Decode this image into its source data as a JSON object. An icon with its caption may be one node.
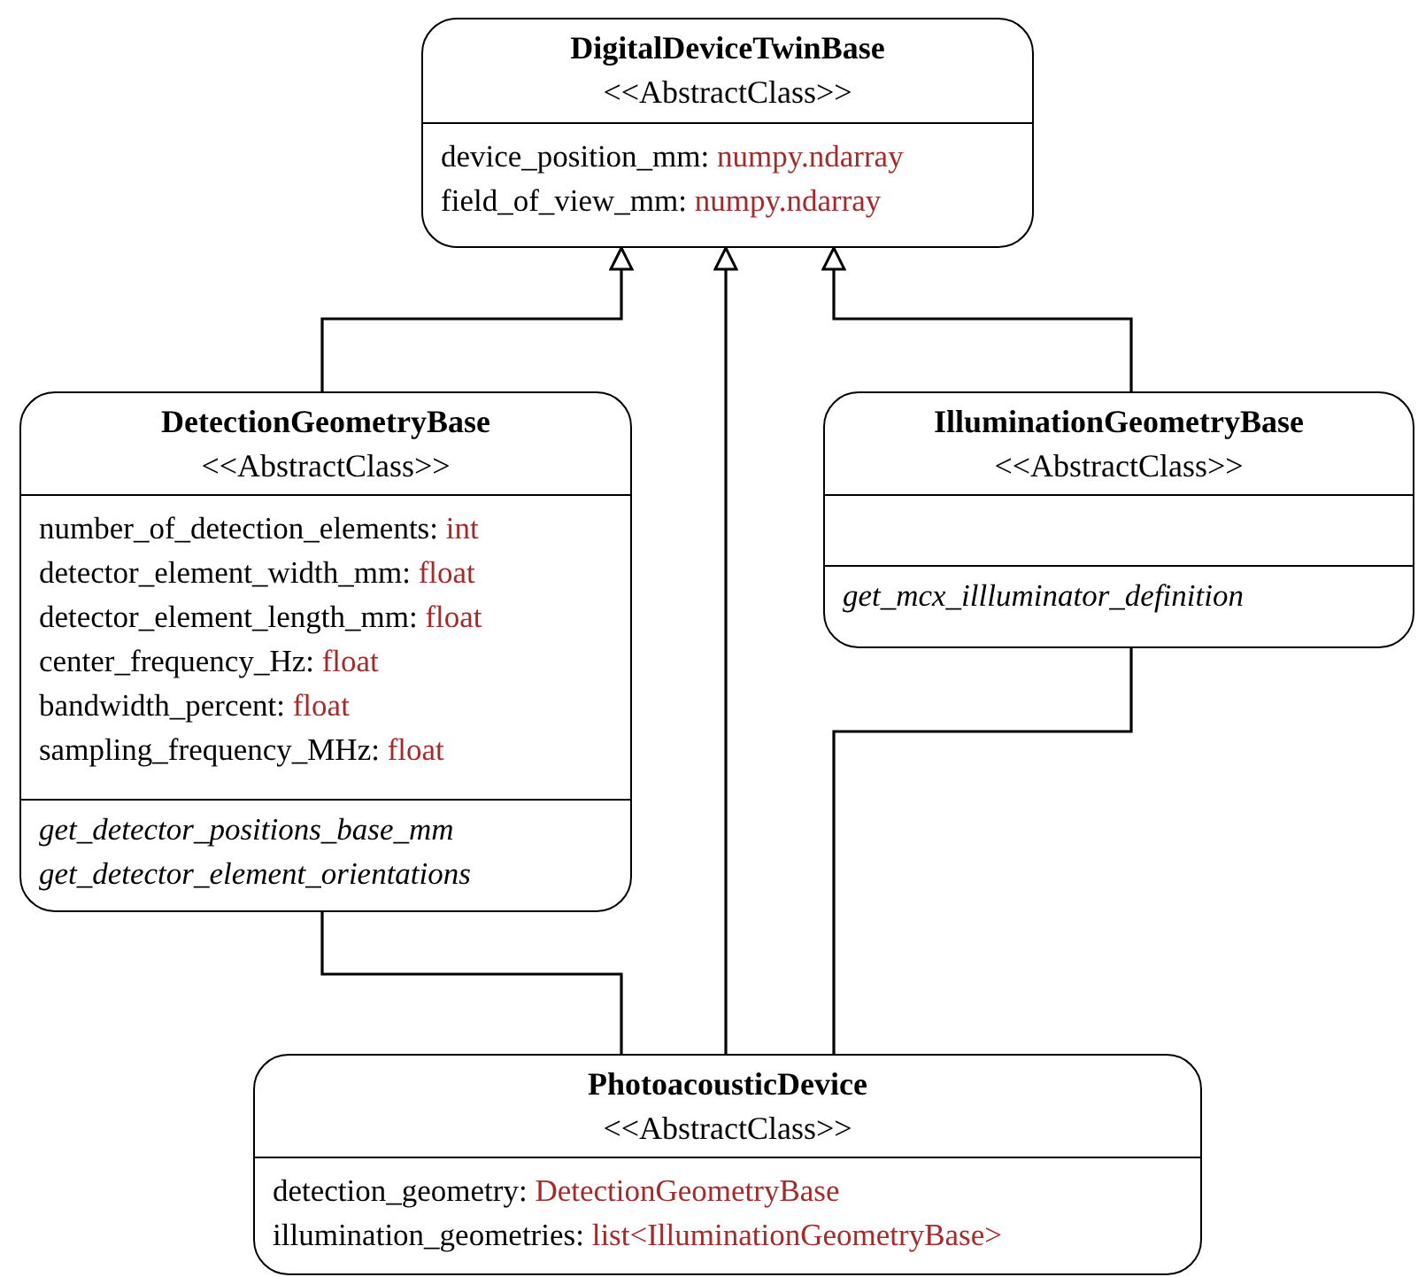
{
  "diagram": {
    "nodes": [
      {
        "text": [
          "DigitalDeviceTwinBase",
          "<<AbstractClass>>",
          "device_position_mm: numpy.ndarray",
          "field_of_view_mm: numpy.ndarray"
        ]
      },
      {
        "text": [
          "DetectionGeometryBase",
          "<<AbstractClass>>",
          "number_of_detection_elements: int",
          "detector_element_width_mm: float",
          "detector_element_length_mm: float",
          "center_frequency_Hz: float",
          "bandwidth_percent: float",
          "sampling_frequency_MHz: float",
          "get_detector_positions_base_mm",
          "get_detector_element_orientations"
        ]
      },
      {
        "text": [
          "IlluminationGeometryBase",
          "<<AbstractClass>>",
          "get_mcx_illluminator_definition"
        ]
      },
      {
        "text": [
          "PhotoacousticDevice",
          "<<AbstractClass>>",
          "detection_geometry: DetectionGeometryBase",
          "illumination_geometries: list<IlluminationGeometryBase>"
        ]
      }
    ],
    "edges": [
      {
        "from": 1,
        "to": 0,
        "arrow": "to"
      },
      {
        "from": 3,
        "to": 0,
        "arrow": "to"
      },
      {
        "from": 2,
        "to": 0,
        "arrow": "to"
      },
      {
        "from": 3,
        "to": 1,
        "arrow": "none"
      },
      {
        "from": 3,
        "to": 2,
        "arrow": "none"
      }
    ]
  }
}
